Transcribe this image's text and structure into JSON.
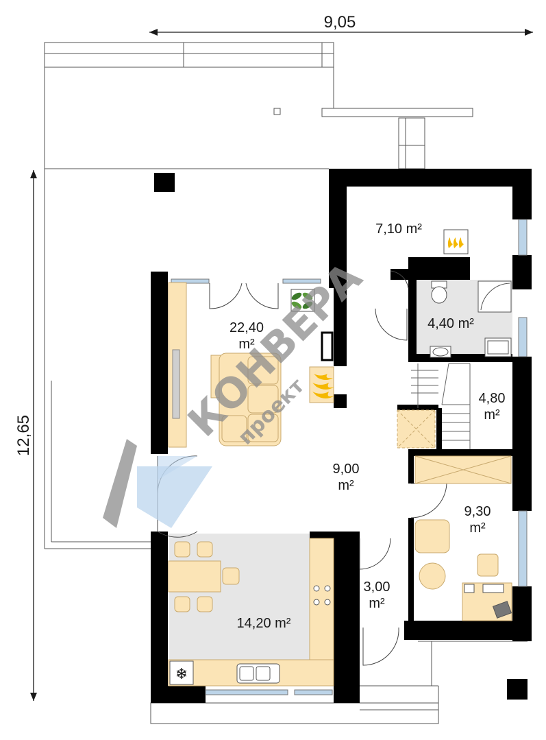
{
  "dimensions": {
    "width": "9,05",
    "height": "12,65"
  },
  "rooms": {
    "living": "22,40",
    "living_unit": "m²",
    "garage": "7,10 m²",
    "bath": "4,40 m²",
    "stairs": "4,80",
    "stairs_unit": "m²",
    "hall": "9,00",
    "hall_unit": "m²",
    "office": "9,30",
    "office_unit": "m²",
    "entry": "3,00",
    "entry_unit": "m²",
    "kitchen": "14,20 m²"
  },
  "watermark": {
    "brand": "КОНВЕРА",
    "sub": "проект"
  },
  "colors": {
    "wall": "#000000",
    "furniture": "#fbe4b6",
    "furniture_stroke": "#c8a96e",
    "tile": "#e6e6e6",
    "window": "#bcd4e8",
    "watermark": "#8c8c8c",
    "watermark_blue": "#bcd6ee"
  }
}
